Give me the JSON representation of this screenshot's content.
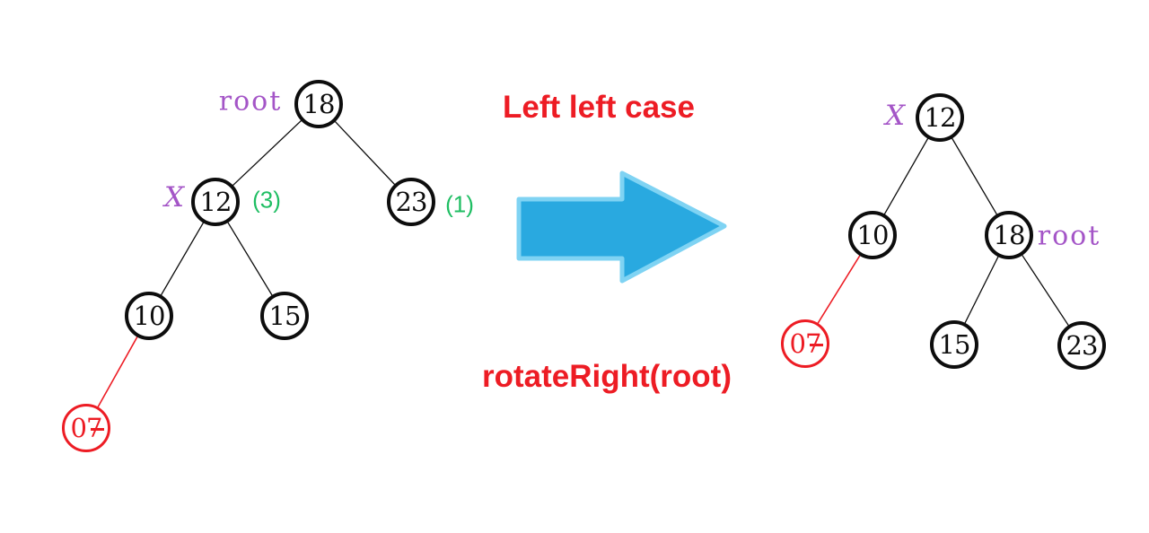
{
  "heading": {
    "title": "Left left case",
    "operation": "rotateRight(root)"
  },
  "colors": {
    "node_stroke": "#0d0d0d",
    "highlight_red": "#ed1c24",
    "label_purple": "#a455c7",
    "balance_green": "#1fbe63",
    "arrow_fill": "#29a9e0",
    "arrow_outline": "#7fd3f3"
  },
  "arrow": {
    "icon": "right-arrow-icon",
    "direction": "right"
  },
  "left_tree": {
    "root_label": "root",
    "x_label": "X",
    "balance_12": "(3)",
    "balance_23": "(1)",
    "nodes": {
      "n18": "18",
      "n12": "12",
      "n23": "23",
      "n10": "10",
      "n15": "15",
      "n07": "07"
    },
    "edges": [
      {
        "from": "18",
        "to": "12",
        "color": "black"
      },
      {
        "from": "18",
        "to": "23",
        "color": "black"
      },
      {
        "from": "12",
        "to": "10",
        "color": "black"
      },
      {
        "from": "12",
        "to": "15",
        "color": "black"
      },
      {
        "from": "10",
        "to": "07",
        "color": "red"
      }
    ]
  },
  "right_tree": {
    "x_label": "X",
    "root_label": "root",
    "nodes": {
      "n12": "12",
      "n10": "10",
      "n18": "18",
      "n07": "07",
      "n15": "15",
      "n23": "23"
    },
    "edges": [
      {
        "from": "12",
        "to": "10",
        "color": "black"
      },
      {
        "from": "12",
        "to": "18",
        "color": "black"
      },
      {
        "from": "10",
        "to": "07",
        "color": "red"
      },
      {
        "from": "18",
        "to": "15",
        "color": "black"
      },
      {
        "from": "18",
        "to": "23",
        "color": "black"
      }
    ]
  }
}
